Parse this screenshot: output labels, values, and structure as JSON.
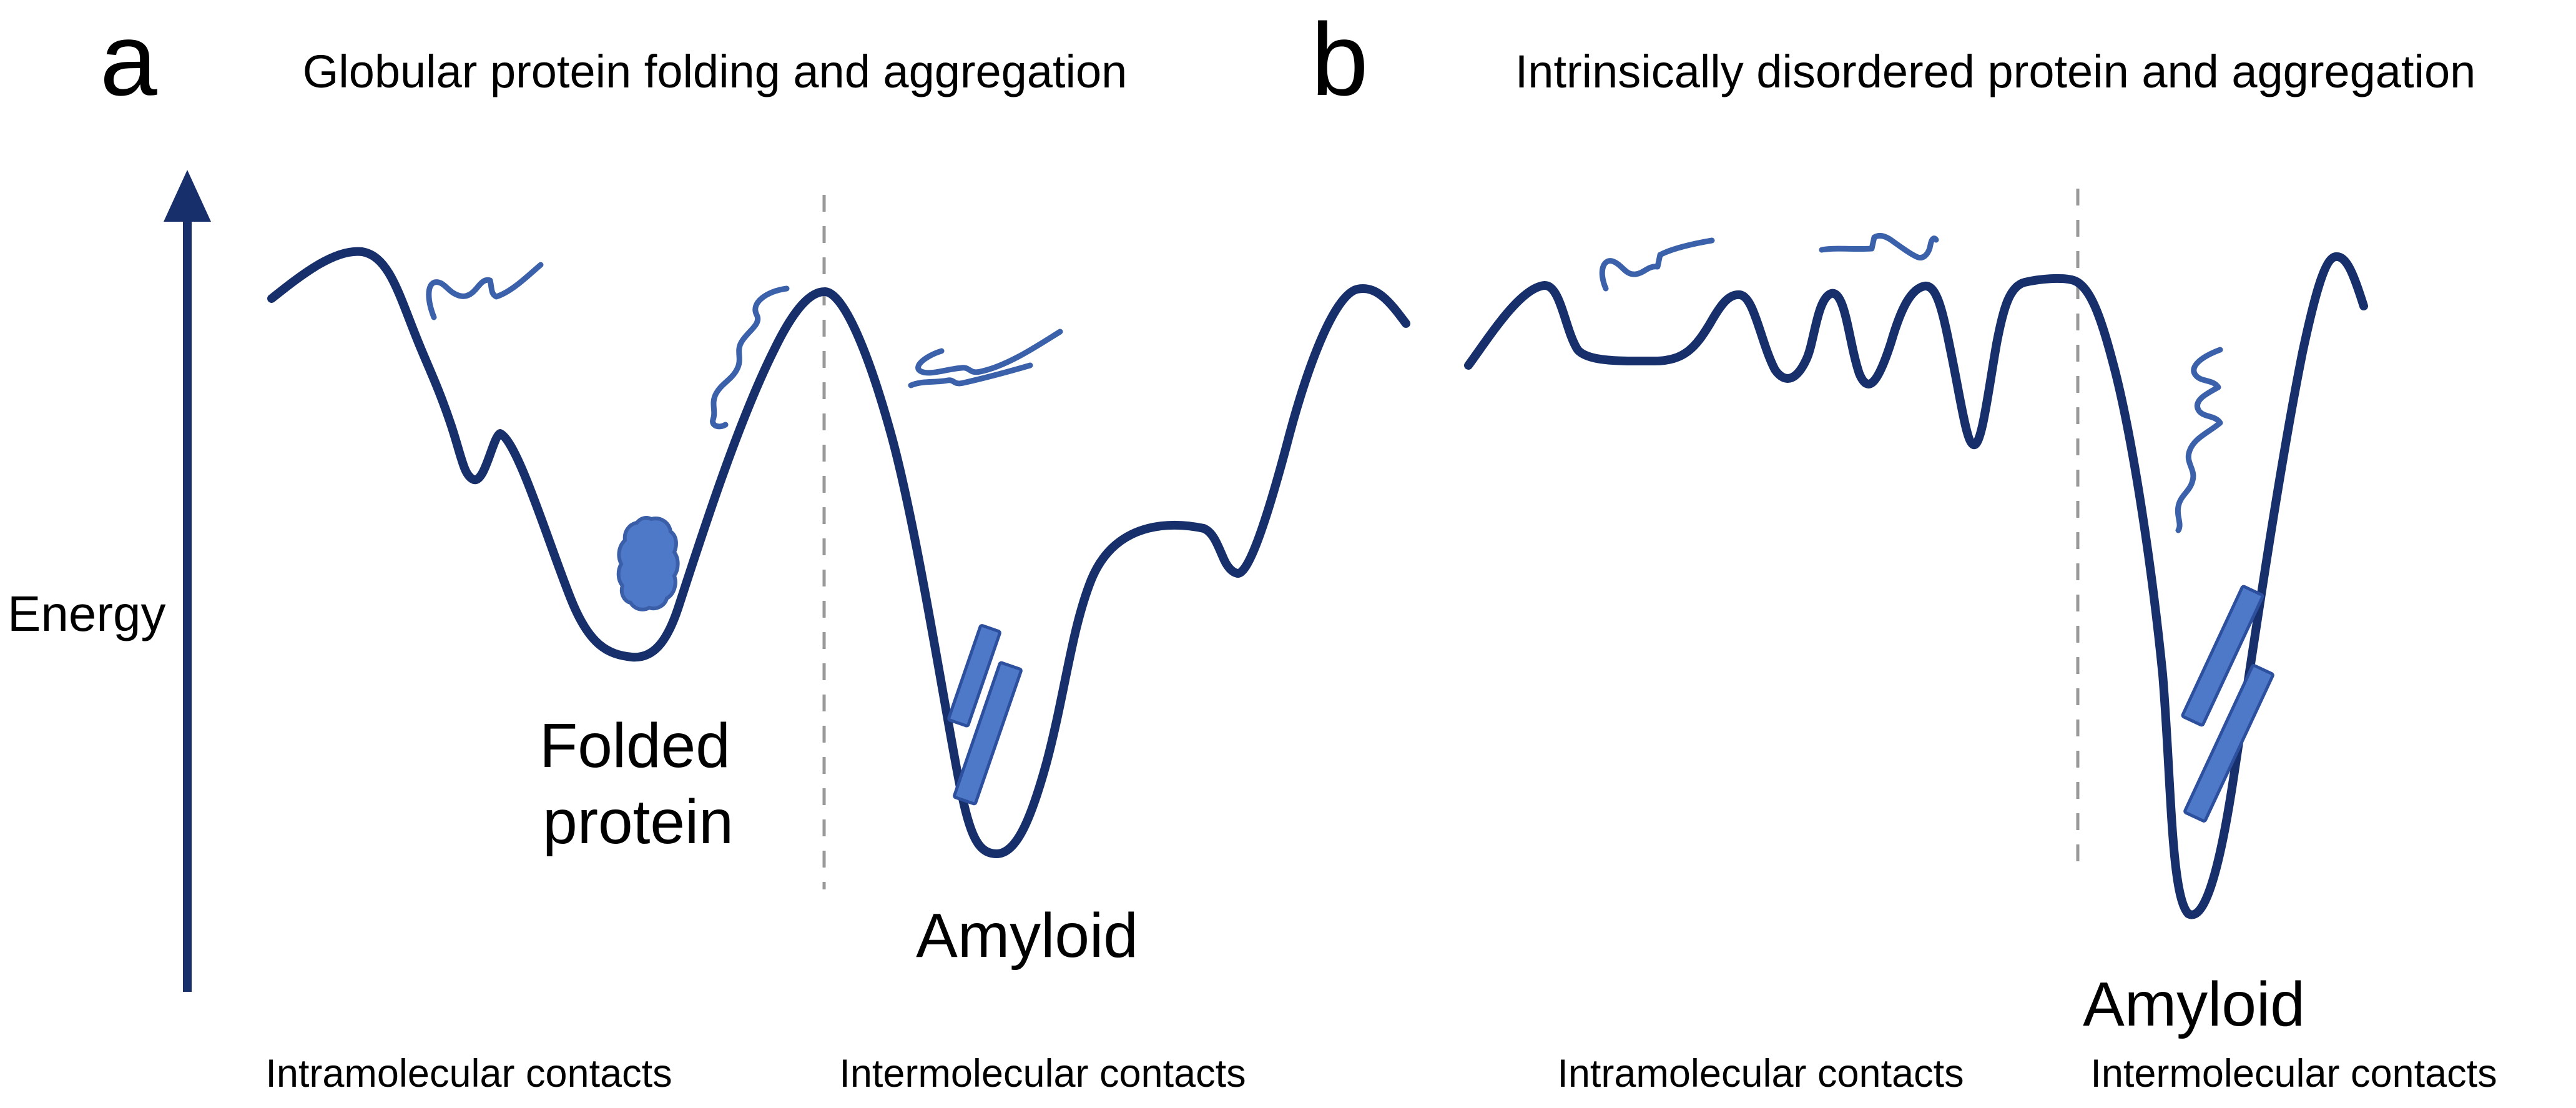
{
  "figure": {
    "y_axis_label": "Energy",
    "panel_a": {
      "tag": "a",
      "title": "Globular protein folding and aggregation",
      "folded_label_line1": "Folded",
      "folded_label_line2": "protein",
      "amyloid_label": "Amyloid",
      "x_label_left": "Intramolecular contacts",
      "x_label_right": "Intermolecular contacts"
    },
    "panel_b": {
      "tag": "b",
      "title": "Intrinsically disordered protein and aggregation",
      "amyloid_label": "Amyloid",
      "x_label_left": "Intramolecular contacts",
      "x_label_right": "Intermolecular contacts"
    },
    "icons": {
      "unfolded_chain": "wavy-line squiggle representing an unfolded / disordered protein monomer",
      "folded_protein_blob": "rough-edged filled blue blob representing the compact folded protein",
      "amyloid_fibril": "two parallel tilted blue bars representing stacked amyloid fibril strands"
    },
    "colors": {
      "landscape_curve": "#17306b",
      "monomer_squiggle": "#3a61a9",
      "fibril_fill": "#4e79c9",
      "fibril_stroke": "#2c4f9e",
      "blob_stroke": "#3a5fa8",
      "dashed_divider": "#999999",
      "text": "#000000"
    }
  }
}
